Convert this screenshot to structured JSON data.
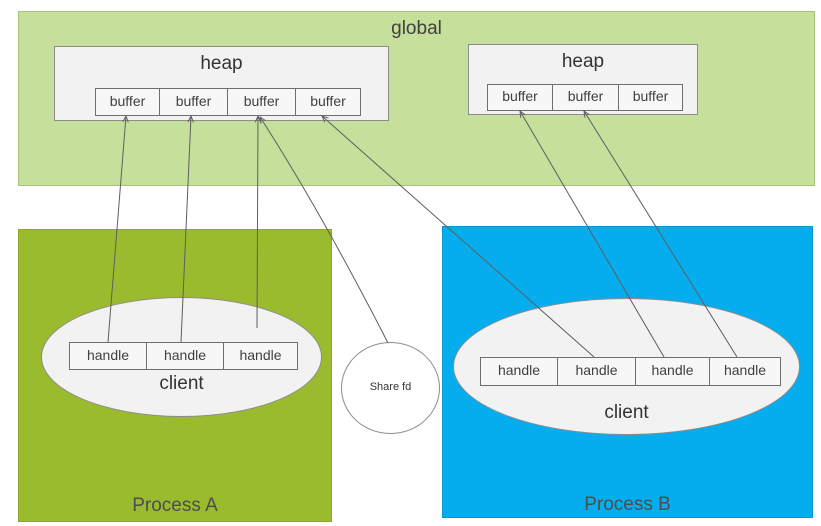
{
  "global": {
    "title": "global"
  },
  "heap_left": {
    "title": "heap",
    "buffers": [
      "buffer",
      "buffer",
      "buffer",
      "buffer"
    ]
  },
  "heap_right": {
    "title": "heap",
    "buffers": [
      "buffer",
      "buffer",
      "buffer"
    ]
  },
  "process_a": {
    "label": "Process A",
    "client_label": "client",
    "handles": [
      "handle",
      "handle",
      "handle"
    ]
  },
  "process_b": {
    "label": "Process B",
    "client_label": "client",
    "handles": [
      "handle",
      "handle",
      "handle",
      "handle"
    ]
  },
  "share": {
    "label": "Share fd"
  },
  "colors": {
    "global_bg": "#c6e09b",
    "process_a_bg": "#9bbb2f",
    "process_b_bg": "#06adee",
    "box_bg": "#f2f2f2",
    "line": "#6e6e6e"
  }
}
